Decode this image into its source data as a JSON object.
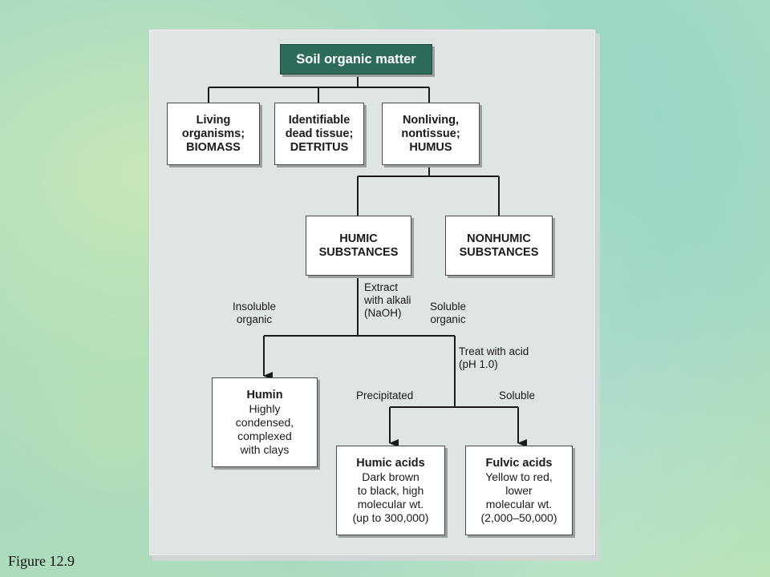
{
  "root": "Soil organic matter",
  "level1": [
    {
      "lines": [
        "Living",
        "organisms;",
        "BIOMASS"
      ]
    },
    {
      "lines": [
        "Identifiable",
        "dead tissue;",
        "DETRITUS"
      ]
    },
    {
      "lines": [
        "Nonliving,",
        "nontissue;",
        "HUMUS"
      ]
    }
  ],
  "level2": [
    {
      "lines": [
        "HUMIC",
        "SUBSTANCES"
      ]
    },
    {
      "lines": [
        "NONHUMIC",
        "SUBSTANCES"
      ]
    }
  ],
  "extract_label": [
    "Extract",
    "with alkali",
    "(NaOH)"
  ],
  "insoluble_label": [
    "Insoluble",
    "organic"
  ],
  "soluble_label": [
    "Soluble",
    "organic"
  ],
  "treat_label": [
    "Treat with acid",
    "(pH 1.0)"
  ],
  "precipitated_label": "Precipitated",
  "soluble_short_label": "Soluble",
  "humin": {
    "title": "Humin",
    "lines": [
      "Highly",
      "condensed,",
      "complexed",
      "with clays"
    ]
  },
  "humic_acids": {
    "title": "Humic acids",
    "lines": [
      "Dark brown",
      "to black, high",
      "molecular wt.",
      "(up to 300,000)"
    ]
  },
  "fulvic_acids": {
    "title": "Fulvic acids",
    "lines": [
      "Yellow to red,",
      "lower",
      "molecular wt.",
      "(2,000–50,000)"
    ]
  },
  "caption": "Figure 12.9"
}
